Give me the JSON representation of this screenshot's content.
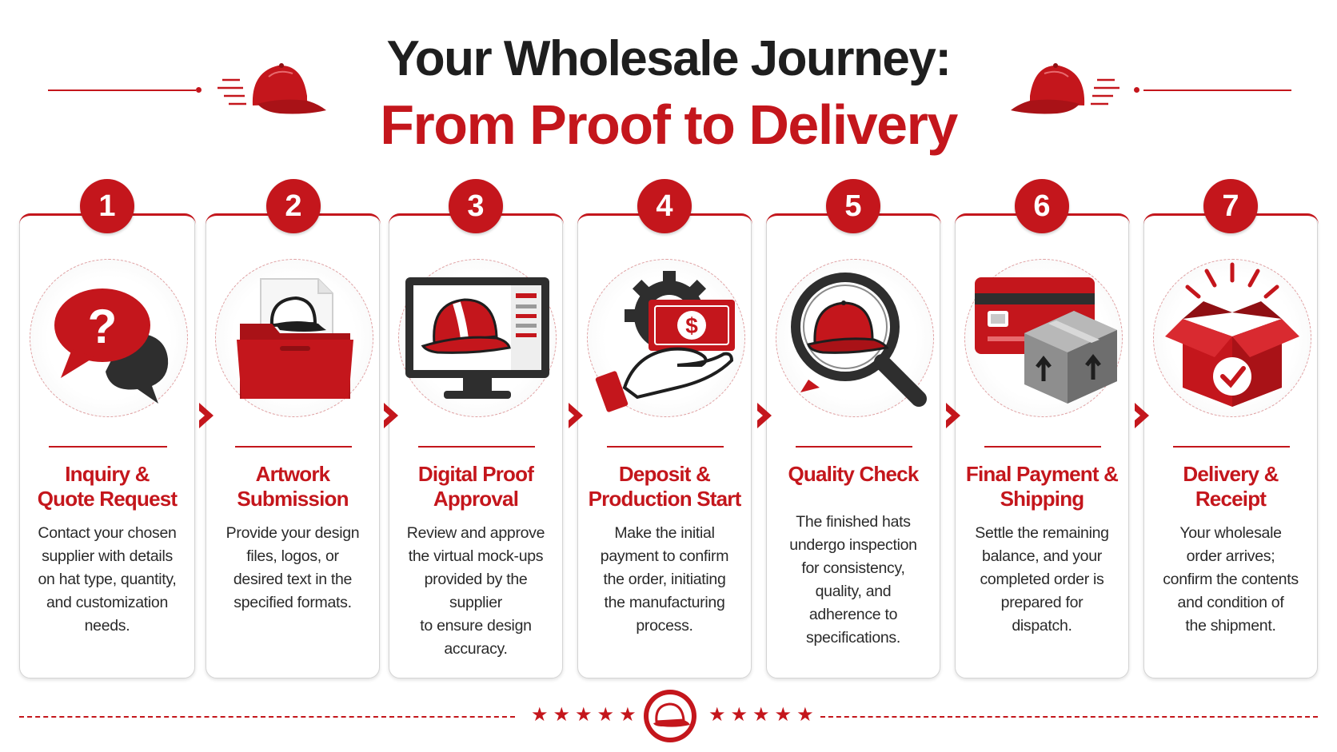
{
  "header": {
    "title_line1": "Your Wholesale Journey:",
    "title_line2": "From Proof to Delivery"
  },
  "colors": {
    "brand_red": "#c4161c",
    "dark_text": "#1e1e1e",
    "card_border": "#d4d4d4"
  },
  "steps": [
    {
      "number": "1",
      "title_line1": "Inquiry &",
      "title_line2": "Quote Request",
      "desc": [
        "Contact your chosen",
        "supplier with details",
        "on hat type, quantity,",
        "and customization",
        "needs."
      ],
      "icon": "speech-bubble-question-icon"
    },
    {
      "number": "2",
      "title_line1": "Artwork",
      "title_line2": "Submission",
      "desc": [
        "Provide your design",
        "files, logos, or",
        "desired text in the",
        "specified formats."
      ],
      "icon": "folder-artwork-icon"
    },
    {
      "number": "3",
      "title_line1": "Digital Proof",
      "title_line2": "Approval",
      "desc": [
        "Review and approve",
        "the virtual mock-ups",
        "provided by the supplier",
        "to ensure design",
        "accuracy."
      ],
      "icon": "monitor-proof-icon"
    },
    {
      "number": "4",
      "title_line1": "Deposit &",
      "title_line2": "Production Start",
      "desc": [
        "Make the initial",
        "payment to confirm",
        "the order, initiating",
        "the manufacturing",
        "process."
      ],
      "icon": "hand-money-gear-icon"
    },
    {
      "number": "5",
      "title_line1": "Quality Check",
      "title_line2": "",
      "desc": [
        "The finished hats",
        "undergo inspection",
        "for consistency,",
        "quality, and",
        "adherence to",
        "specifications."
      ],
      "icon": "magnifier-cap-icon"
    },
    {
      "number": "6",
      "title_line1": "Final Payment &",
      "title_line2": "Shipping",
      "desc": [
        "Settle the remaining",
        "balance, and your",
        "completed order is",
        "prepared for",
        "dispatch."
      ],
      "icon": "card-package-icon"
    },
    {
      "number": "7",
      "title_line1": "Delivery &",
      "title_line2": "Receipt",
      "desc": [
        "Your wholesale",
        "order arrives;",
        "confirm the contents",
        "and condition of",
        "the shipment."
      ],
      "icon": "open-box-check-icon"
    }
  ],
  "footer": {
    "stars_left": "★★★★★",
    "stars_right": "★★★★★",
    "badge_icon": "cap-icon"
  }
}
